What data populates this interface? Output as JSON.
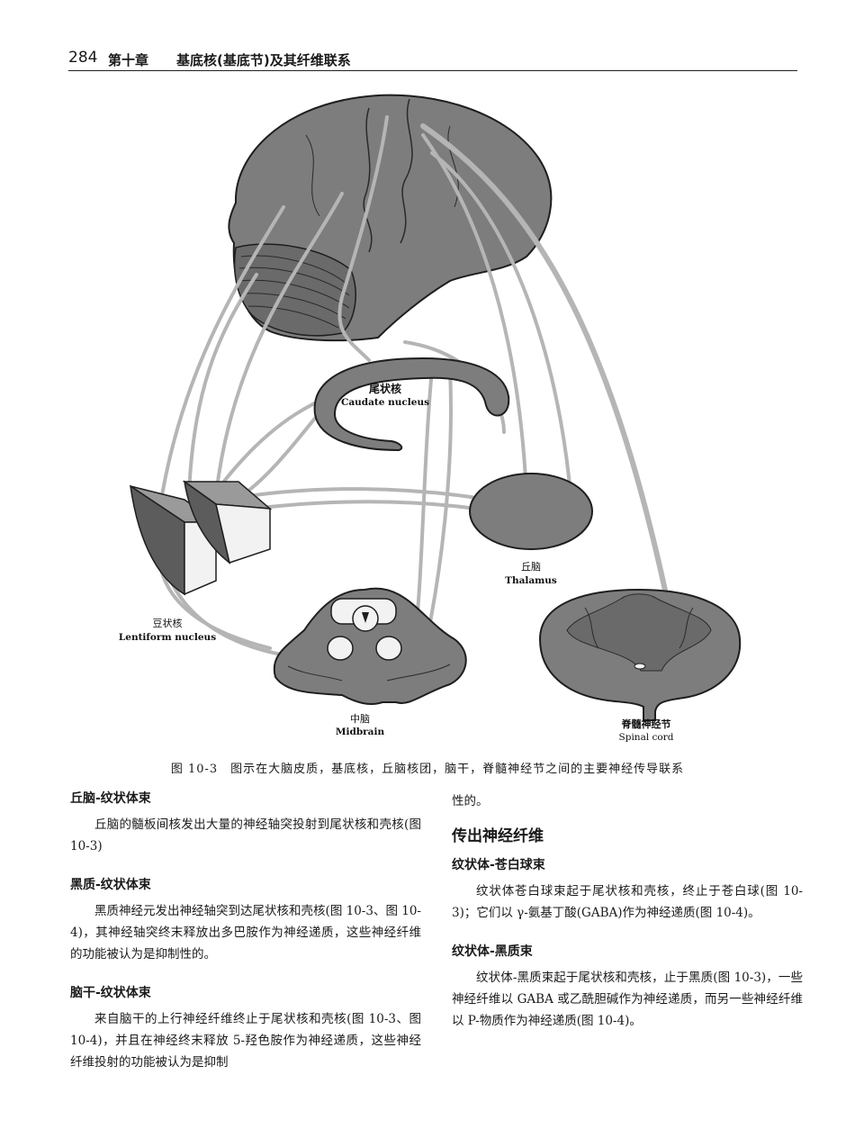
{
  "header": {
    "page_number": "284",
    "chapter": "第十章",
    "title": "基底核(基底节)及其纤维联系"
  },
  "figure": {
    "labels": {
      "caudate_cn": "尾状核",
      "caudate_en": "Caudate nucleus",
      "thalamus_cn": "丘脑",
      "thalamus_en": "Thalamus",
      "lentiform_cn": "豆状核",
      "lentiform_en": "Lentiform nucleus",
      "midbrain_cn": "中脑",
      "midbrain_en": "Midbrain",
      "spinal_cn": "脊髓神经节",
      "spinal_en": "Spinal cord"
    },
    "caption": "图 10-3　图示在大脑皮质，基底核，丘脑核团，脑干，脊髓神经节之间的主要神经传导联系",
    "colors": {
      "tissue": "#7d7d7d",
      "tissue_dark": "#5c5c5c",
      "fiber": "#b5b5b5",
      "outline": "#1e1e1e"
    }
  },
  "left_column": {
    "s1_title": "丘脑-纹状体束",
    "s1_text": "丘脑的髓板间核发出大量的神经轴突投射到尾状核和壳核(图 10-3)",
    "s2_title": "黑质-纹状体束",
    "s2_text": "黑质神经元发出神经轴突到达尾状核和壳核(图 10-3、图 10-4)，其神经轴突终末释放出多巴胺作为神经递质，这些神经纤维的功能被认为是抑制性的。",
    "s3_title": "脑干-纹状体束",
    "s3_text": "来自脑干的上行神经纤维终止于尾状核和壳核(图 10-3、图 10-4)，并且在神经终末释放 5-羟色胺作为神经递质，这些神经纤维投射的功能被认为是抑制"
  },
  "right_column": {
    "continuation": "性的。",
    "section_title": "传出神经纤维",
    "s1_title": "纹状体-苍白球束",
    "s1_text": "纹状体苍白球束起于尾状核和壳核，终止于苍白球(图 10-3)；它们以 γ-氨基丁酸(GABA)作为神经递质(图 10-4)。",
    "s2_title": "纹状体-黑质束",
    "s2_text": "纹状体-黑质束起于尾状核和壳核，止于黑质(图 10-3)，一些神经纤维以 GABA 或乙酰胆碱作为神经递质，而另一些神经纤维以 P-物质作为神经递质(图 10-4)。"
  }
}
